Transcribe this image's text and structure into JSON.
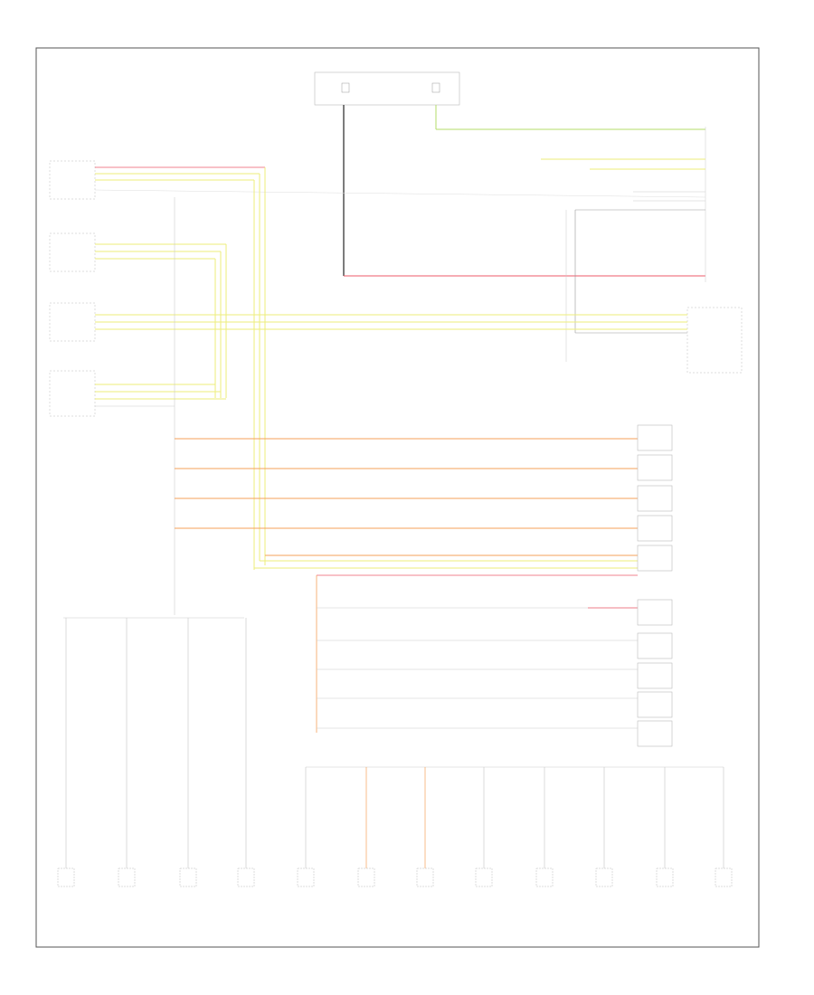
{
  "colors": {
    "red": "#ee5a6a",
    "yellow": "#eded7a",
    "orange": "#f5a05a",
    "green": "#b3dd6a",
    "black": "#444444",
    "gray": "#bbbbbb",
    "frame": "#555555"
  },
  "corner_label": "",
  "modules": [
    {
      "text": "",
      "icon": "module-box"
    },
    {
      "text": "",
      "icon": "module-box"
    },
    {
      "text": "",
      "icon": "module-box"
    },
    {
      "text": "",
      "icon": "module-box"
    },
    {
      "text": "",
      "icon": "module-box"
    },
    {
      "text": "",
      "icon": "module-box"
    },
    {
      "text": "",
      "icon": "module-box"
    },
    {
      "text": "",
      "icon": "module-box"
    },
    {
      "text": "",
      "icon": "module-box"
    },
    {
      "text": "",
      "icon": "module-box"
    }
  ],
  "grounds": [
    {
      "icon": "ground-symbol"
    },
    {
      "icon": "ground-symbol"
    },
    {
      "icon": "ground-symbol"
    },
    {
      "icon": "ground-symbol"
    },
    {
      "icon": "ground-symbol"
    },
    {
      "icon": "ground-symbol"
    },
    {
      "icon": "ground-symbol"
    },
    {
      "icon": "ground-symbol"
    },
    {
      "icon": "ground-symbol"
    },
    {
      "icon": "ground-symbol"
    },
    {
      "icon": "ground-symbol"
    },
    {
      "icon": "ground-symbol"
    }
  ]
}
